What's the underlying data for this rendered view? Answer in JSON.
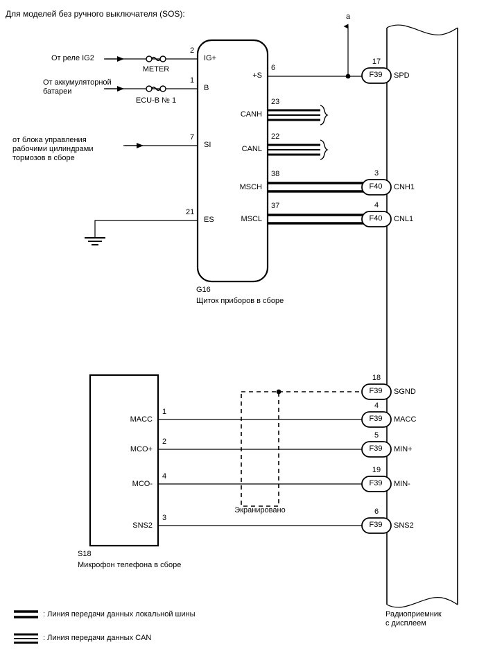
{
  "title": "Для моделей без ручного выключателя (SOS):",
  "marker_a": "a",
  "meter_ecu": {
    "code": "G16",
    "name": "Щиток приборов в сборе",
    "left_pins": [
      {
        "pin": "2",
        "label": "IG+"
      },
      {
        "pin": "1",
        "label": "B"
      },
      {
        "pin": "7",
        "label": "SI"
      },
      {
        "pin": "21",
        "label": "ES"
      }
    ],
    "right_pins": [
      {
        "pin": "6",
        "label": "+S"
      },
      {
        "pin": "23",
        "label": "CANH"
      },
      {
        "pin": "22",
        "label": "CANL"
      },
      {
        "pin": "38",
        "label": "MSCH"
      },
      {
        "pin": "37",
        "label": "MSCL"
      }
    ]
  },
  "sources": [
    {
      "text": "От реле IG2",
      "fuse": "METER"
    },
    {
      "text": "От аккумуляторной\nбатареи",
      "fuse": "ECU-B № 1"
    },
    {
      "text": "от блока управления\nрабочими цилиндрами\nтормозов в сборе",
      "fuse": ""
    }
  ],
  "microphone": {
    "code": "S18",
    "name": "Микрофон телефона в сборе",
    "pins": [
      {
        "pin": "1",
        "label": "MACC"
      },
      {
        "pin": "2",
        "label": "MCO+"
      },
      {
        "pin": "4",
        "label": "MCO-"
      },
      {
        "pin": "3",
        "label": "SNS2"
      }
    ],
    "shield_label": "Экранировано"
  },
  "radio": {
    "name": "Радиоприемник\nс дисплеем",
    "connectors": [
      {
        "pin": "17",
        "code": "F39",
        "label": "SPD"
      },
      {
        "pin": "3",
        "code": "F40",
        "label": "CNH1"
      },
      {
        "pin": "4",
        "code": "F40",
        "label": "CNL1"
      },
      {
        "pin": "18",
        "code": "F39",
        "label": "SGND"
      },
      {
        "pin": "4",
        "code": "F39",
        "label": "MACC"
      },
      {
        "pin": "5",
        "code": "F39",
        "label": "MIN+"
      },
      {
        "pin": "19",
        "code": "F39",
        "label": "MIN-"
      },
      {
        "pin": "6",
        "code": "F39",
        "label": "SNS2"
      }
    ]
  },
  "legend": [
    {
      "type": "local-bus",
      "text": ": Линия передачи данных локальной шины"
    },
    {
      "type": "can-bus",
      "text": ": Линия передачи данных CAN"
    }
  ]
}
